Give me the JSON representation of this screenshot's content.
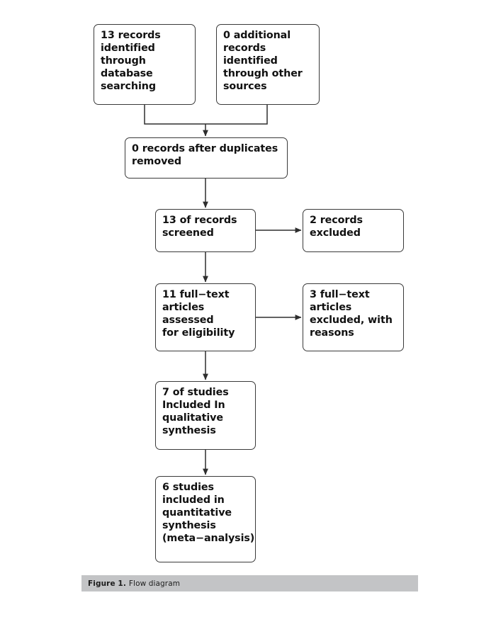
{
  "figure": {
    "caption_label": "Figure 1.",
    "caption_text": "Flow diagram",
    "caption_band_color": "#c3c4c6",
    "background_color": "#ffffff",
    "box_border_color": "#3a3a3a",
    "connector_color": "#2e2e2e",
    "text_color": "#111111"
  },
  "chart_data": {
    "type": "diagram",
    "title": "Flow diagram",
    "diagram_kind": "prisma-flow-diagram",
    "nodes": [
      {
        "id": "db-search",
        "stage": "identification",
        "count": 13,
        "label": "13 records\nidentified\nthrough\ndatabase\nsearching"
      },
      {
        "id": "other-sources",
        "stage": "identification",
        "count": 0,
        "label": "0 additional\nrecords\nidentified\nthrough other\nsources"
      },
      {
        "id": "duplicates",
        "stage": "identification",
        "count": 0,
        "label": "0 records after duplicates\nremoved"
      },
      {
        "id": "screened",
        "stage": "screening",
        "count": 13,
        "label": "13 of records\nscreened"
      },
      {
        "id": "excluded",
        "stage": "screening",
        "count": 2,
        "label": "2 records\nexcluded"
      },
      {
        "id": "eligibility",
        "stage": "eligibility",
        "count": 11,
        "label": "11 full−text\narticles assessed\nfor eligibility"
      },
      {
        "id": "excl-reasons",
        "stage": "eligibility",
        "count": 3,
        "label": "3 full−text\narticles\nexcluded, with\nreasons"
      },
      {
        "id": "qualitative",
        "stage": "included",
        "count": 7,
        "label": "7 of studies\nIncluded In\nqualitative\nsynthesis"
      },
      {
        "id": "quantitative",
        "stage": "included",
        "count": 6,
        "label": "6 studies\nincluded in\nquantitative\nsynthesis\n(meta−analysis)"
      }
    ],
    "edges": [
      {
        "from": "db-search",
        "to": "duplicates",
        "direction": "down"
      },
      {
        "from": "other-sources",
        "to": "duplicates",
        "direction": "down"
      },
      {
        "from": "duplicates",
        "to": "screened",
        "direction": "down"
      },
      {
        "from": "screened",
        "to": "excluded",
        "direction": "right"
      },
      {
        "from": "screened",
        "to": "eligibility",
        "direction": "down"
      },
      {
        "from": "eligibility",
        "to": "excl-reasons",
        "direction": "right"
      },
      {
        "from": "eligibility",
        "to": "qualitative",
        "direction": "down"
      },
      {
        "from": "qualitative",
        "to": "quantitative",
        "direction": "down"
      }
    ]
  }
}
